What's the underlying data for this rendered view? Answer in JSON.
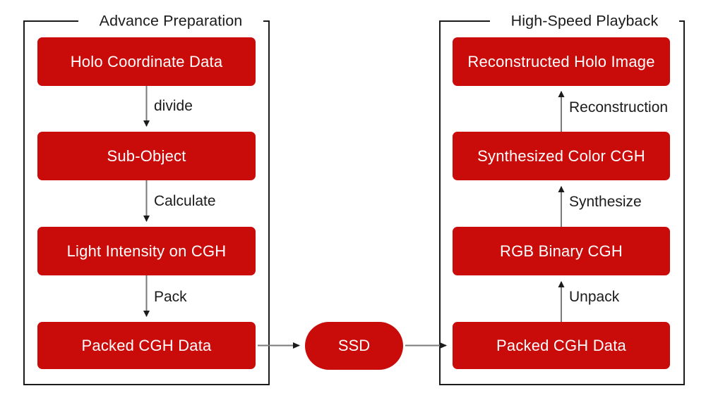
{
  "diagram": {
    "title_text_color": "#1b1b1b",
    "node_fill": "#c90c0a",
    "node_text_color": "#ffffff",
    "frame_color": "#1b1b1b",
    "connector_color": "#7a7a7a",
    "arrowhead_color": "#1b1b1b",
    "background": "#ffffff"
  },
  "panels": [
    {
      "id": "advance-preparation",
      "title": "Advance Preparation",
      "nodes": [
        {
          "id": "holo-coordinate-data",
          "label": "Holo Coordinate Data"
        },
        {
          "id": "sub-object",
          "label": "Sub-Object"
        },
        {
          "id": "light-intensity-on-cgh",
          "label": "Light Intensity on CGH"
        },
        {
          "id": "packed-cgh-data-left",
          "label": "Packed CGH Data"
        }
      ],
      "edges": [
        {
          "from": "holo-coordinate-data",
          "to": "sub-object",
          "label": "divide",
          "direction": "down"
        },
        {
          "from": "sub-object",
          "to": "light-intensity-on-cgh",
          "label": "Calculate",
          "direction": "down"
        },
        {
          "from": "light-intensity-on-cgh",
          "to": "packed-cgh-data-left",
          "label": "Pack",
          "direction": "down"
        }
      ]
    },
    {
      "id": "high-speed-playback",
      "title": "High-Speed Playback",
      "nodes": [
        {
          "id": "reconstructed-holo-image",
          "label": "Reconstructed Holo Image"
        },
        {
          "id": "synthesized-color-cgh",
          "label": "Synthesized Color CGH"
        },
        {
          "id": "rgb-binary-cgh",
          "label": "RGB Binary CGH"
        },
        {
          "id": "packed-cgh-data-right",
          "label": "Packed CGH Data"
        }
      ],
      "edges": [
        {
          "from": "synthesized-color-cgh",
          "to": "reconstructed-holo-image",
          "label": "Reconstruction",
          "direction": "up"
        },
        {
          "from": "rgb-binary-cgh",
          "to": "synthesized-color-cgh",
          "label": "Synthesize",
          "direction": "up"
        },
        {
          "from": "packed-cgh-data-right",
          "to": "rgb-binary-cgh",
          "label": "Unpack",
          "direction": "up"
        }
      ]
    }
  ],
  "storage": {
    "id": "ssd",
    "label": "SSD",
    "shape": "stadium"
  },
  "cross_edges": [
    {
      "from": "packed-cgh-data-left",
      "to": "ssd",
      "label": "",
      "direction": "right"
    },
    {
      "from": "ssd",
      "to": "packed-cgh-data-right",
      "label": "",
      "direction": "right"
    }
  ]
}
